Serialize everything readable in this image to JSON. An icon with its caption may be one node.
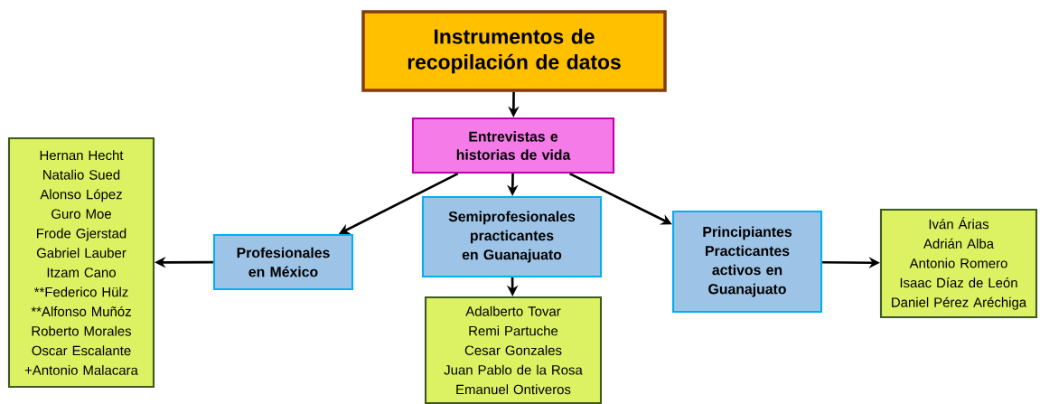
{
  "diagram": {
    "nodes": [
      {
        "text": [
          "Instrumentos de recopilación de datos"
        ]
      },
      {
        "text": [
          "Entrevistas e historias de vida"
        ]
      },
      {
        "text": [
          "Profesionales en México"
        ]
      },
      {
        "text": [
          "Semiprofesionales practicantes en Guanajuato"
        ]
      },
      {
        "text": [
          "Principiantes Practicantes activos en Guanajuato"
        ]
      },
      {
        "text": [
          "Hernan Hecht",
          "Natalio Sued",
          "Alonso López",
          "Guro Moe",
          "Frode Gjerstad",
          "Gabriel Lauber",
          "Itzam Cano",
          "**Federico Hülz",
          "**Alfonso Muñóz",
          "Roberto Morales",
          "Oscar Escalante",
          "+Antonio Malacara"
        ]
      },
      {
        "text": [
          "Adalberto Tovar",
          "Remi Partuche",
          "Cesar Gonzales",
          "Juan Pablo de la Rosa",
          "Emanuel Ontiveros"
        ]
      },
      {
        "text": [
          "Iván Árias",
          "Adrián Alba",
          "Antonio Romero",
          "Isaac Díaz de León",
          "Daniel Pérez Aréchiga"
        ]
      }
    ],
    "edges": [
      {
        "from": 0,
        "to": 1,
        "arrow": "to"
      },
      {
        "from": 1,
        "to": 2,
        "arrow": "to"
      },
      {
        "from": 1,
        "to": 3,
        "arrow": "to"
      },
      {
        "from": 1,
        "to": 4,
        "arrow": "to"
      },
      {
        "from": 2,
        "to": 5,
        "arrow": "to"
      },
      {
        "from": 3,
        "to": 6,
        "arrow": "to"
      },
      {
        "from": 4,
        "to": 7,
        "arrow": "to"
      }
    ]
  }
}
